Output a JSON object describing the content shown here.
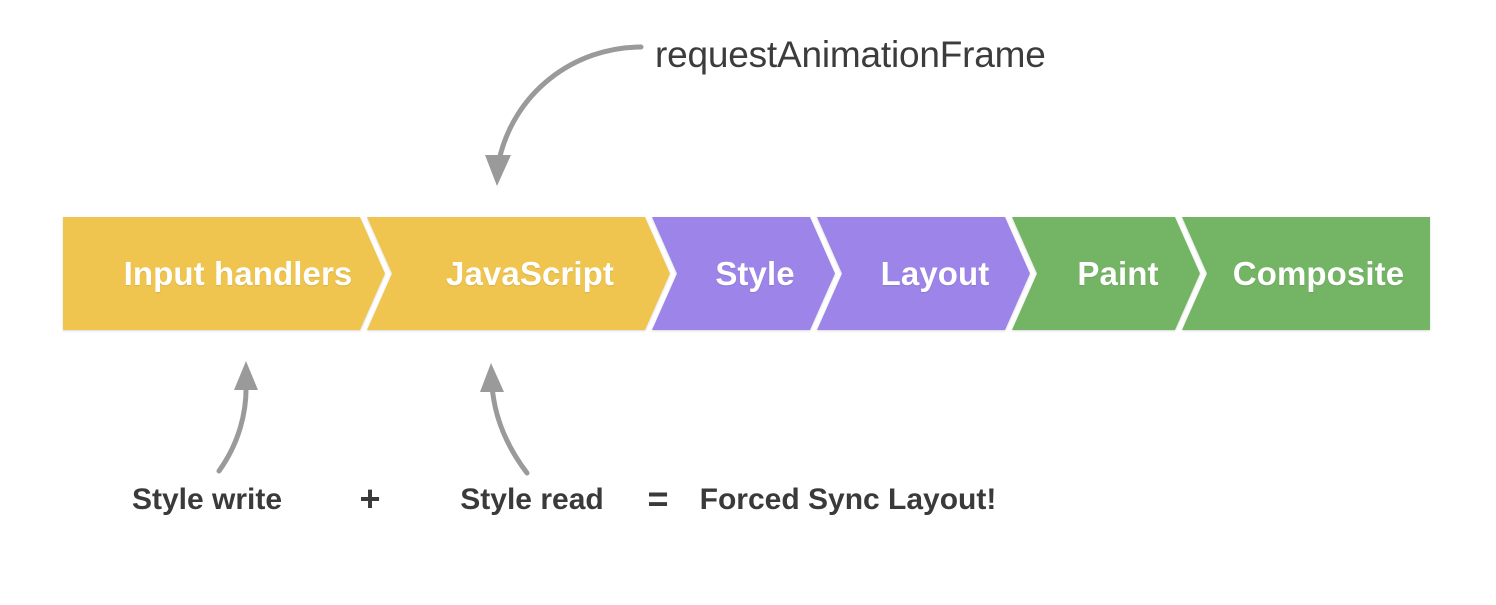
{
  "diagram": {
    "title_annotation": "requestAnimationFrame",
    "background": "#ffffff",
    "accents": {
      "yellow": "#EFC54F",
      "purple": "#9C84E8",
      "green": "#74B565",
      "arrow_gray": "#9a9a9a",
      "text_dark": "#3a3a3a",
      "text_light": "#ffffff"
    }
  },
  "pipeline": {
    "stages": [
      {
        "label": "Input handlers",
        "color": "#EFC54F",
        "group": "js"
      },
      {
        "label": "JavaScript",
        "color": "#EFC54F",
        "group": "js"
      },
      {
        "label": "Style",
        "color": "#9C84E8",
        "group": "style"
      },
      {
        "label": "Layout",
        "color": "#9C84E8",
        "group": "style"
      },
      {
        "label": "Paint",
        "color": "#74B565",
        "group": "render"
      },
      {
        "label": "Composite",
        "color": "#74B565",
        "group": "render"
      }
    ]
  },
  "equation": {
    "terms": [
      {
        "text": "Style write"
      },
      {
        "text": "+"
      },
      {
        "text": "Style read"
      },
      {
        "text": "="
      },
      {
        "text": "Forced Sync Layout!"
      }
    ],
    "left_term": "Style write",
    "plus": "+",
    "right_term": "Style read",
    "equals": "=",
    "result": "Forced Sync Layout!"
  },
  "annotations": {
    "raf_arrow": "curved-arrow-down-left-icon",
    "style_write_arrow": "curved-arrow-up-icon",
    "style_read_arrow": "curved-arrow-up-left-icon"
  }
}
